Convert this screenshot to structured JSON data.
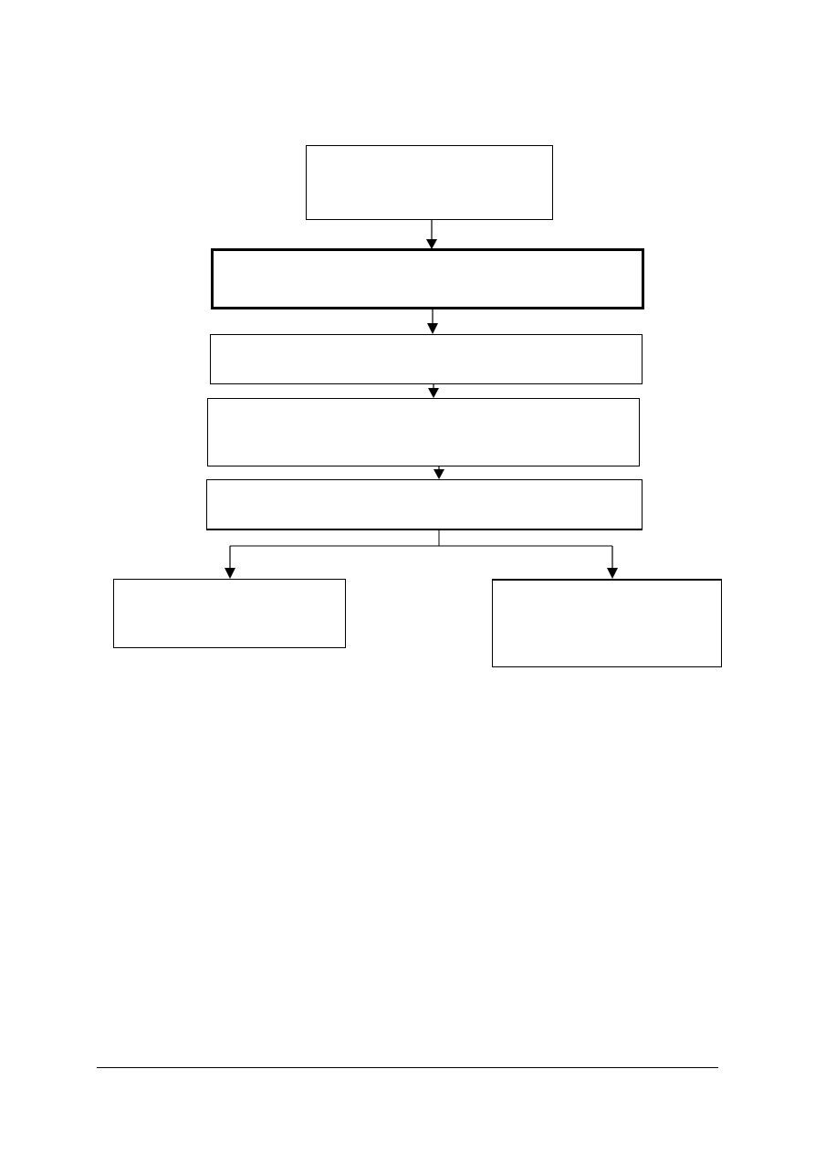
{
  "diagram": {
    "nodes": [
      {
        "id": "box-1",
        "text": ""
      },
      {
        "id": "box-2",
        "text": ""
      },
      {
        "id": "box-3",
        "text": ""
      },
      {
        "id": "box-4",
        "text": ""
      },
      {
        "id": "box-5",
        "text": ""
      },
      {
        "id": "box-6",
        "text": ""
      },
      {
        "id": "box-7",
        "text": ""
      }
    ],
    "edges": [
      {
        "from": "box-1",
        "to": "box-2"
      },
      {
        "from": "box-2",
        "to": "box-3"
      },
      {
        "from": "box-3",
        "to": "box-4"
      },
      {
        "from": "box-4",
        "to": "box-5"
      },
      {
        "from": "box-5",
        "to": "box-6"
      },
      {
        "from": "box-5",
        "to": "box-7"
      }
    ]
  }
}
